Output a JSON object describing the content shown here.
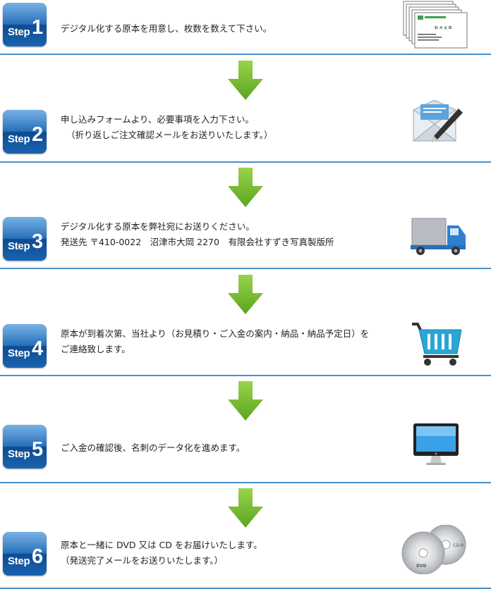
{
  "steps": [
    {
      "word": "Step",
      "num": "1",
      "lines": [
        "デジタル化する原本を用意し、枚数を数えて下さい。"
      ],
      "icon": "business-cards-icon"
    },
    {
      "word": "Step",
      "num": "2",
      "lines": [
        "申し込みフォームより、必要事項を入力下さい。",
        "（折り返しご注文確認メールをお送りいたします。）"
      ],
      "icon": "mail-icon"
    },
    {
      "word": "Step",
      "num": "3",
      "lines": [
        "デジタル化する原本を弊社宛にお送りください。",
        "発送先 〒410-0022　沼津市大岡 2270　有限会社すずき写真製版所"
      ],
      "icon": "truck-icon"
    },
    {
      "word": "Step",
      "num": "4",
      "lines": [
        "原本が到着次第、当社より（お見積り・ご入金の案内・納品・納品予定日）を",
        "ご連絡致します。"
      ],
      "icon": "cart-icon"
    },
    {
      "word": "Step",
      "num": "5",
      "lines": [
        "ご入金の確認後、名刺のデータ化を進めます。"
      ],
      "icon": "monitor-icon"
    },
    {
      "word": "Step",
      "num": "6",
      "lines": [
        "原本と一緒に DVD 又は CD をお届けいたします。",
        "（発送完了メールをお送りいたします。）"
      ],
      "icon": "disc-icon"
    }
  ],
  "card": {
    "name": "鈴 木 太 郎"
  },
  "disc": {
    "dvd": "DVD",
    "cd": "CD-R"
  },
  "colors": {
    "rule": "#4a90c8",
    "badge": "#1462b3",
    "arrow": "#7cbf2f"
  }
}
